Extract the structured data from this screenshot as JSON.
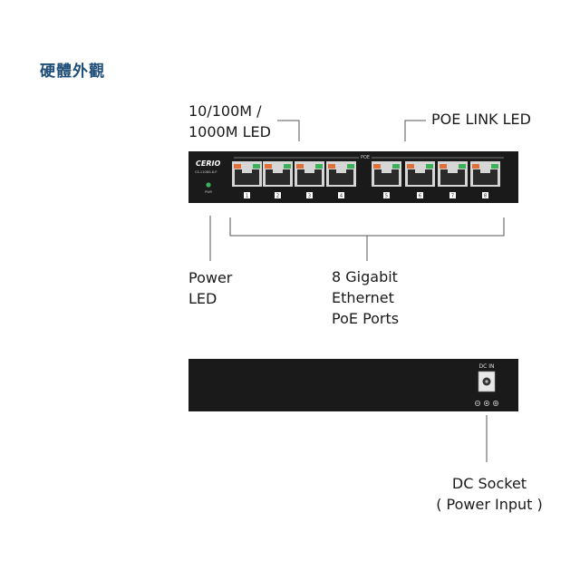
{
  "heading": "硬體外觀",
  "front_panel": {
    "brand": "CERIO",
    "model": "CS-1108G-8-P",
    "poe_strip": "POE",
    "power_led_label": "PWR",
    "port_numbers": [
      "1",
      "2",
      "3",
      "4",
      "5",
      "6",
      "7",
      "8"
    ]
  },
  "rear_panel": {
    "dc_in": "DC IN"
  },
  "callouts": {
    "speed_led_line1": "10/100M /",
    "speed_led_line2": "1000M LED",
    "poe_link_led": "POE LINK LED",
    "power_led_line1": "Power",
    "power_led_line2": "LED",
    "ports_line1": "8 Gigabit",
    "ports_line2": "Ethernet",
    "ports_line3": "PoE Ports",
    "dc_socket_line1": "DC Socket",
    "dc_socket_line2": "( Power Input )"
  },
  "colors": {
    "housing": "#1a1a1a",
    "port_frame": "#d6d6d6",
    "led_orange": "#e0703a",
    "led_green": "#3db05a",
    "leader_line": "#555555",
    "heading": "#1f4e79"
  }
}
